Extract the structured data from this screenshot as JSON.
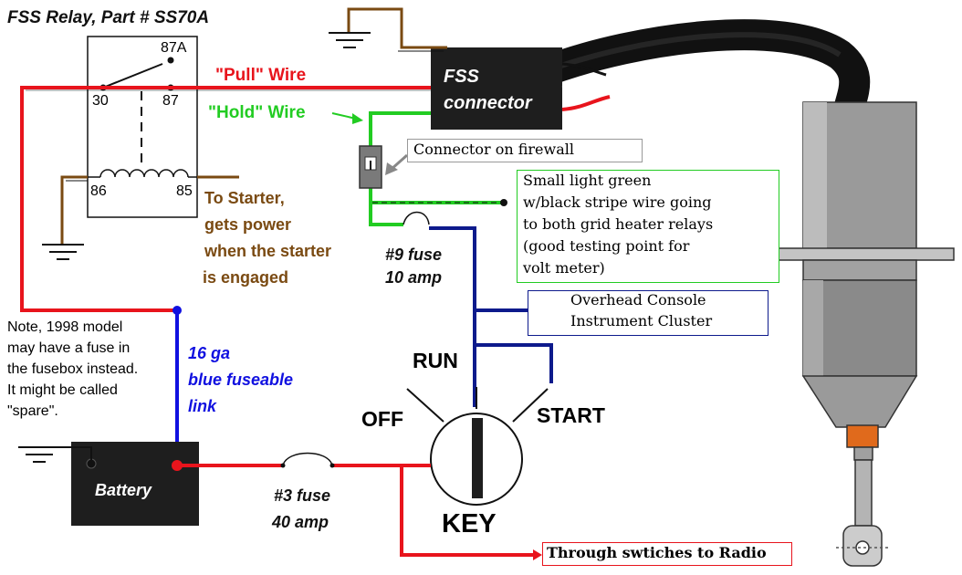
{
  "title": "FSS Relay, Part # SS70A",
  "relay": {
    "pin_87a": "87A",
    "pin_30": "30",
    "pin_87": "87",
    "pin_86": "86",
    "pin_85": "85"
  },
  "wires": {
    "pull": "\"Pull\" Wire",
    "hold": "\"Hold\" Wire"
  },
  "fss_connector": {
    "line1": "FSS",
    "line2": "connector"
  },
  "firewall_connector": "Connector on firewall",
  "light_green_note": [
    "Small light green",
    "w/black stripe wire going",
    "to both grid heater relays",
    "(good testing point for",
    "volt meter)"
  ],
  "starter_note": [
    "To Starter,",
    "gets power",
    "when the starter",
    "is engaged"
  ],
  "fuse9": [
    "#9 fuse",
    "10 amp"
  ],
  "fuse3": [
    "#3 fuse",
    "40 amp"
  ],
  "console_items": [
    "Overhead Console",
    "Instrument Cluster"
  ],
  "model_note": [
    "Note, 1998 model",
    "may have a fuse in",
    "the fusebox instead.",
    "It might be called",
    "\"spare\"."
  ],
  "fuse_link": [
    "16 ga",
    "blue fuseable",
    "link"
  ],
  "key_positions": {
    "run": "RUN",
    "off": "OFF",
    "start": "START",
    "key": "KEY"
  },
  "battery": "Battery",
  "radio": "Through swtiches to Radio",
  "colors": {
    "pull_wire": "#e8141c",
    "hold_wire": "#22cc22",
    "blue_wire": "#0d1a8c",
    "starter_wire": "#7a4a12",
    "fuse_link_text": "#1010e0",
    "dark_box": "#1e1e1e"
  }
}
